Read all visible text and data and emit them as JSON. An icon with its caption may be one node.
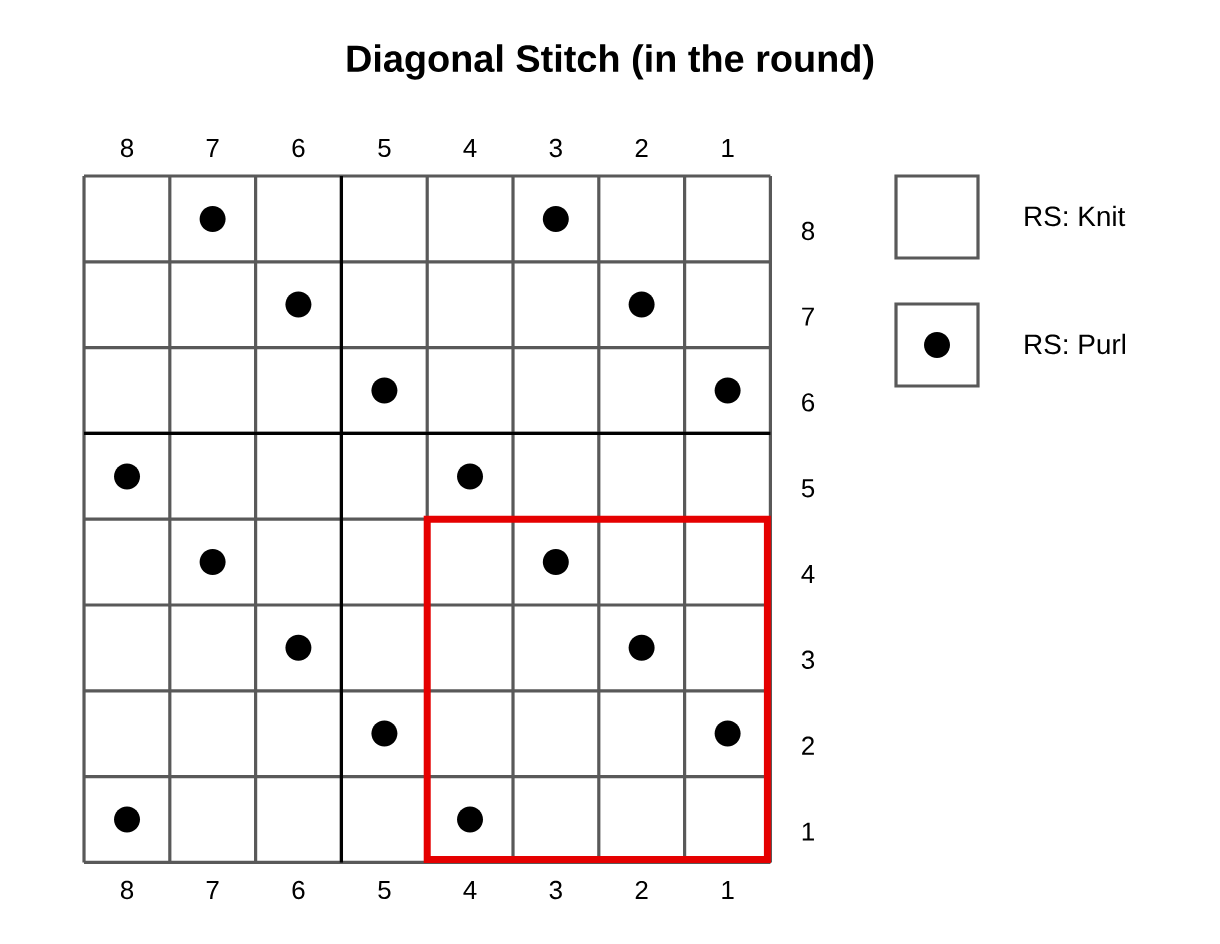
{
  "diagram": {
    "title": "Diagonal Stitch (in the round)",
    "labels": [
      "8",
      "7",
      "6",
      "5",
      "4",
      "3",
      "2",
      "1",
      "8",
      "7",
      "6",
      "5",
      "4",
      "3",
      "2",
      "1",
      "8",
      "7",
      "6",
      "5",
      "4",
      "3",
      "2",
      "1"
    ],
    "legend": [
      {
        "text": "RS: Knit"
      },
      {
        "text": "RS: Purl"
      }
    ]
  }
}
